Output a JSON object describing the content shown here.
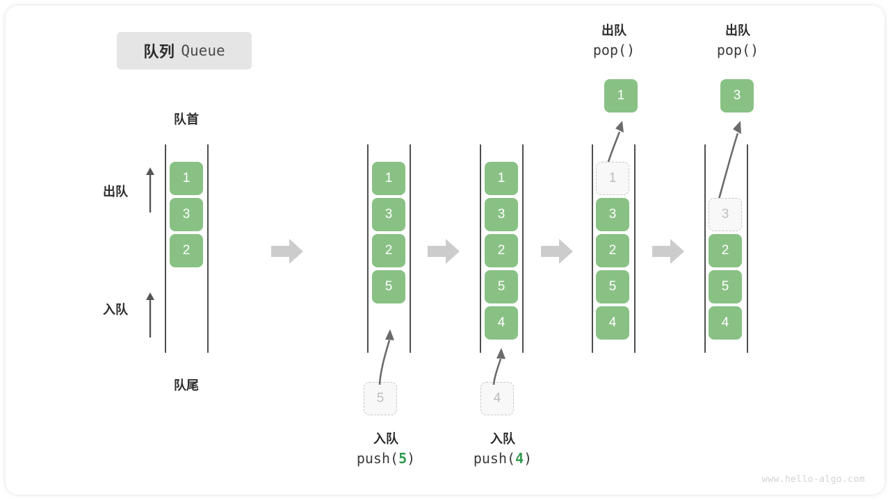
{
  "title": {
    "cn": "队列",
    "en": "Queue"
  },
  "labels": {
    "head": "队首",
    "tail": "队尾",
    "dequeue": "出队",
    "enqueue": "入队"
  },
  "watermark": "www.hello-algo.com",
  "colors": {
    "element": "#89c185",
    "ghost_fill": "#f8f8f8",
    "ghost_border": "#c6c6c6",
    "ghost_text": "#bdbdbd",
    "rail": "#4d4d4d",
    "block_arrow": "#cccccc",
    "chip_bg": "#e5e5e5",
    "text": "#2b2b2b",
    "code_arg": "#309b4f",
    "watermark": "#d2d2d2"
  },
  "stages": [
    {
      "name": "initial",
      "elements": [
        "1",
        "3",
        "2"
      ],
      "ghost": null,
      "popped": null,
      "caption_cn": null,
      "caption_code": null
    },
    {
      "name": "push-5",
      "elements": [
        "1",
        "3",
        "2",
        "5"
      ],
      "ghost": "5",
      "popped": null,
      "caption_cn": "入队",
      "caption_code": "push(5)",
      "caption_code_pre": "push(",
      "caption_code_arg": "5",
      "caption_code_post": ")"
    },
    {
      "name": "push-4",
      "elements": [
        "1",
        "3",
        "2",
        "5",
        "4"
      ],
      "ghost": "4",
      "popped": null,
      "caption_cn": "入队",
      "caption_code": "push(4)",
      "caption_code_pre": "push(",
      "caption_code_arg": "4",
      "caption_code_post": ")"
    },
    {
      "name": "pop-1",
      "elements": [
        "3",
        "2",
        "5",
        "4"
      ],
      "ghost": "1",
      "popped": "1",
      "caption_cn": "出队",
      "caption_code": "pop()",
      "caption_code_pre": "pop(",
      "caption_code_arg": "",
      "caption_code_post": ")"
    },
    {
      "name": "pop-3",
      "elements": [
        "2",
        "5",
        "4"
      ],
      "ghost": "3",
      "popped": "3",
      "caption_cn": "出队",
      "caption_code": "pop()",
      "caption_code_pre": "pop(",
      "caption_code_arg": "",
      "caption_code_post": ")"
    }
  ],
  "flow_arrows": 4
}
